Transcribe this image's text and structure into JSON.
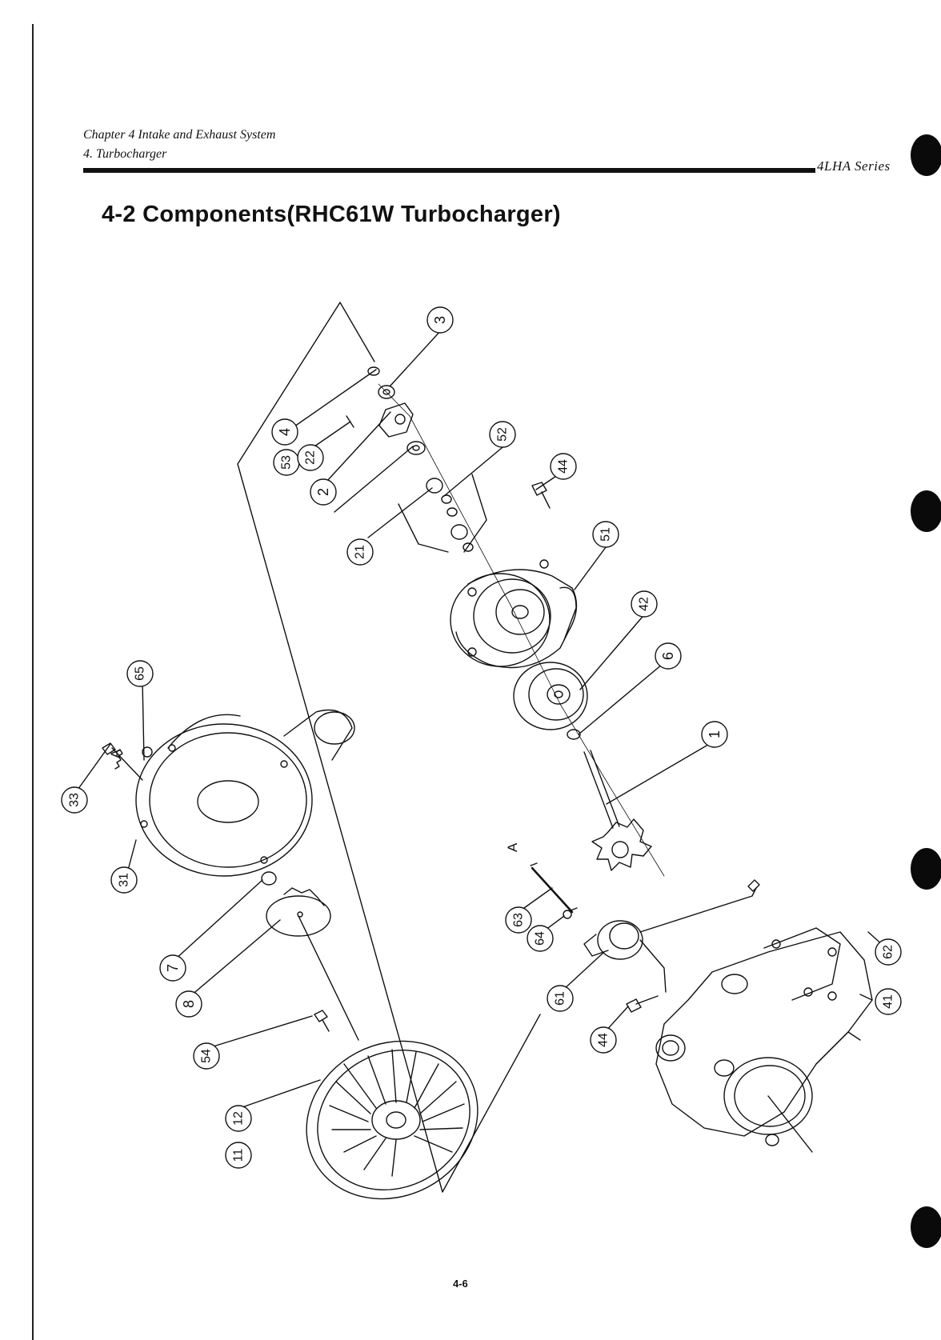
{
  "header": {
    "chapter": "Chapter 4 Intake and Exhaust System",
    "section": "4. Turbocharger",
    "series": "4LHA Series"
  },
  "title": "4-2  Components(RHC61W Turbocharger)",
  "page_number": "4-6",
  "callouts": [
    "3",
    "4",
    "53",
    "22",
    "2",
    "52",
    "21",
    "44",
    "51",
    "42",
    "6",
    "1",
    "65",
    "33",
    "31",
    "7",
    "8",
    "63",
    "64",
    "61",
    "62",
    "41",
    "44",
    "54",
    "12",
    "11"
  ],
  "marker_a": "A",
  "colors": {
    "ink": "#111111",
    "paper": "#ffffff"
  }
}
